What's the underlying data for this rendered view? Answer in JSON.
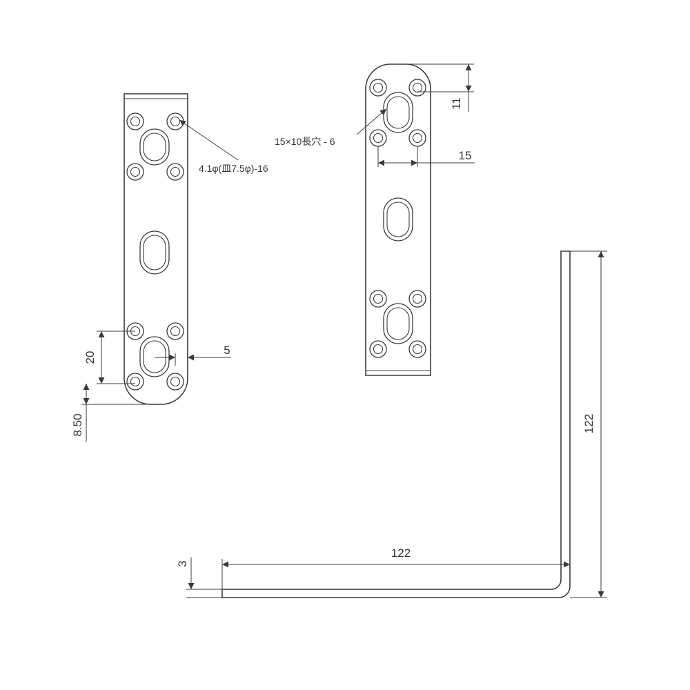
{
  "labels": {
    "hole_note": "4.1φ(皿7.5φ)-16",
    "slot_note": "15×10長穴 - 6",
    "dim_slot_pitch": "20",
    "dim_hole_offset": "5",
    "dim_bottom_edge": "8.50",
    "dim_top_edge": "11",
    "dim_hole_spacing": "15",
    "dim_leg_vertical": "122",
    "dim_leg_horizontal": "122",
    "dim_thickness": "3"
  }
}
